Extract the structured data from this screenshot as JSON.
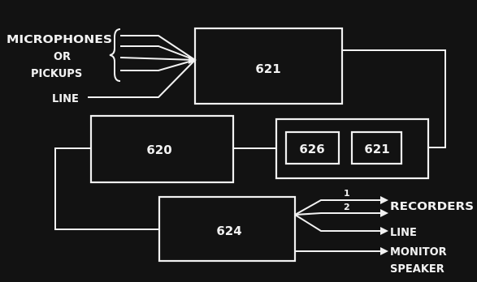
{
  "colors": {
    "background": "#121212",
    "foreground": "#f2f2f2"
  },
  "inputs": {
    "microphones": "MICROPHONES",
    "or": "OR",
    "pickups": "PICKUPS",
    "line": "LINE"
  },
  "blocks": {
    "b621_top": "621",
    "b620": "620",
    "b626": "626",
    "b621_inner": "621",
    "b624": "624"
  },
  "outputs": {
    "num1": "1",
    "num2": "2",
    "recorders": "RECORDERS",
    "line": "LINE",
    "monitor": "MONITOR",
    "speaker": "SPEAKER"
  }
}
